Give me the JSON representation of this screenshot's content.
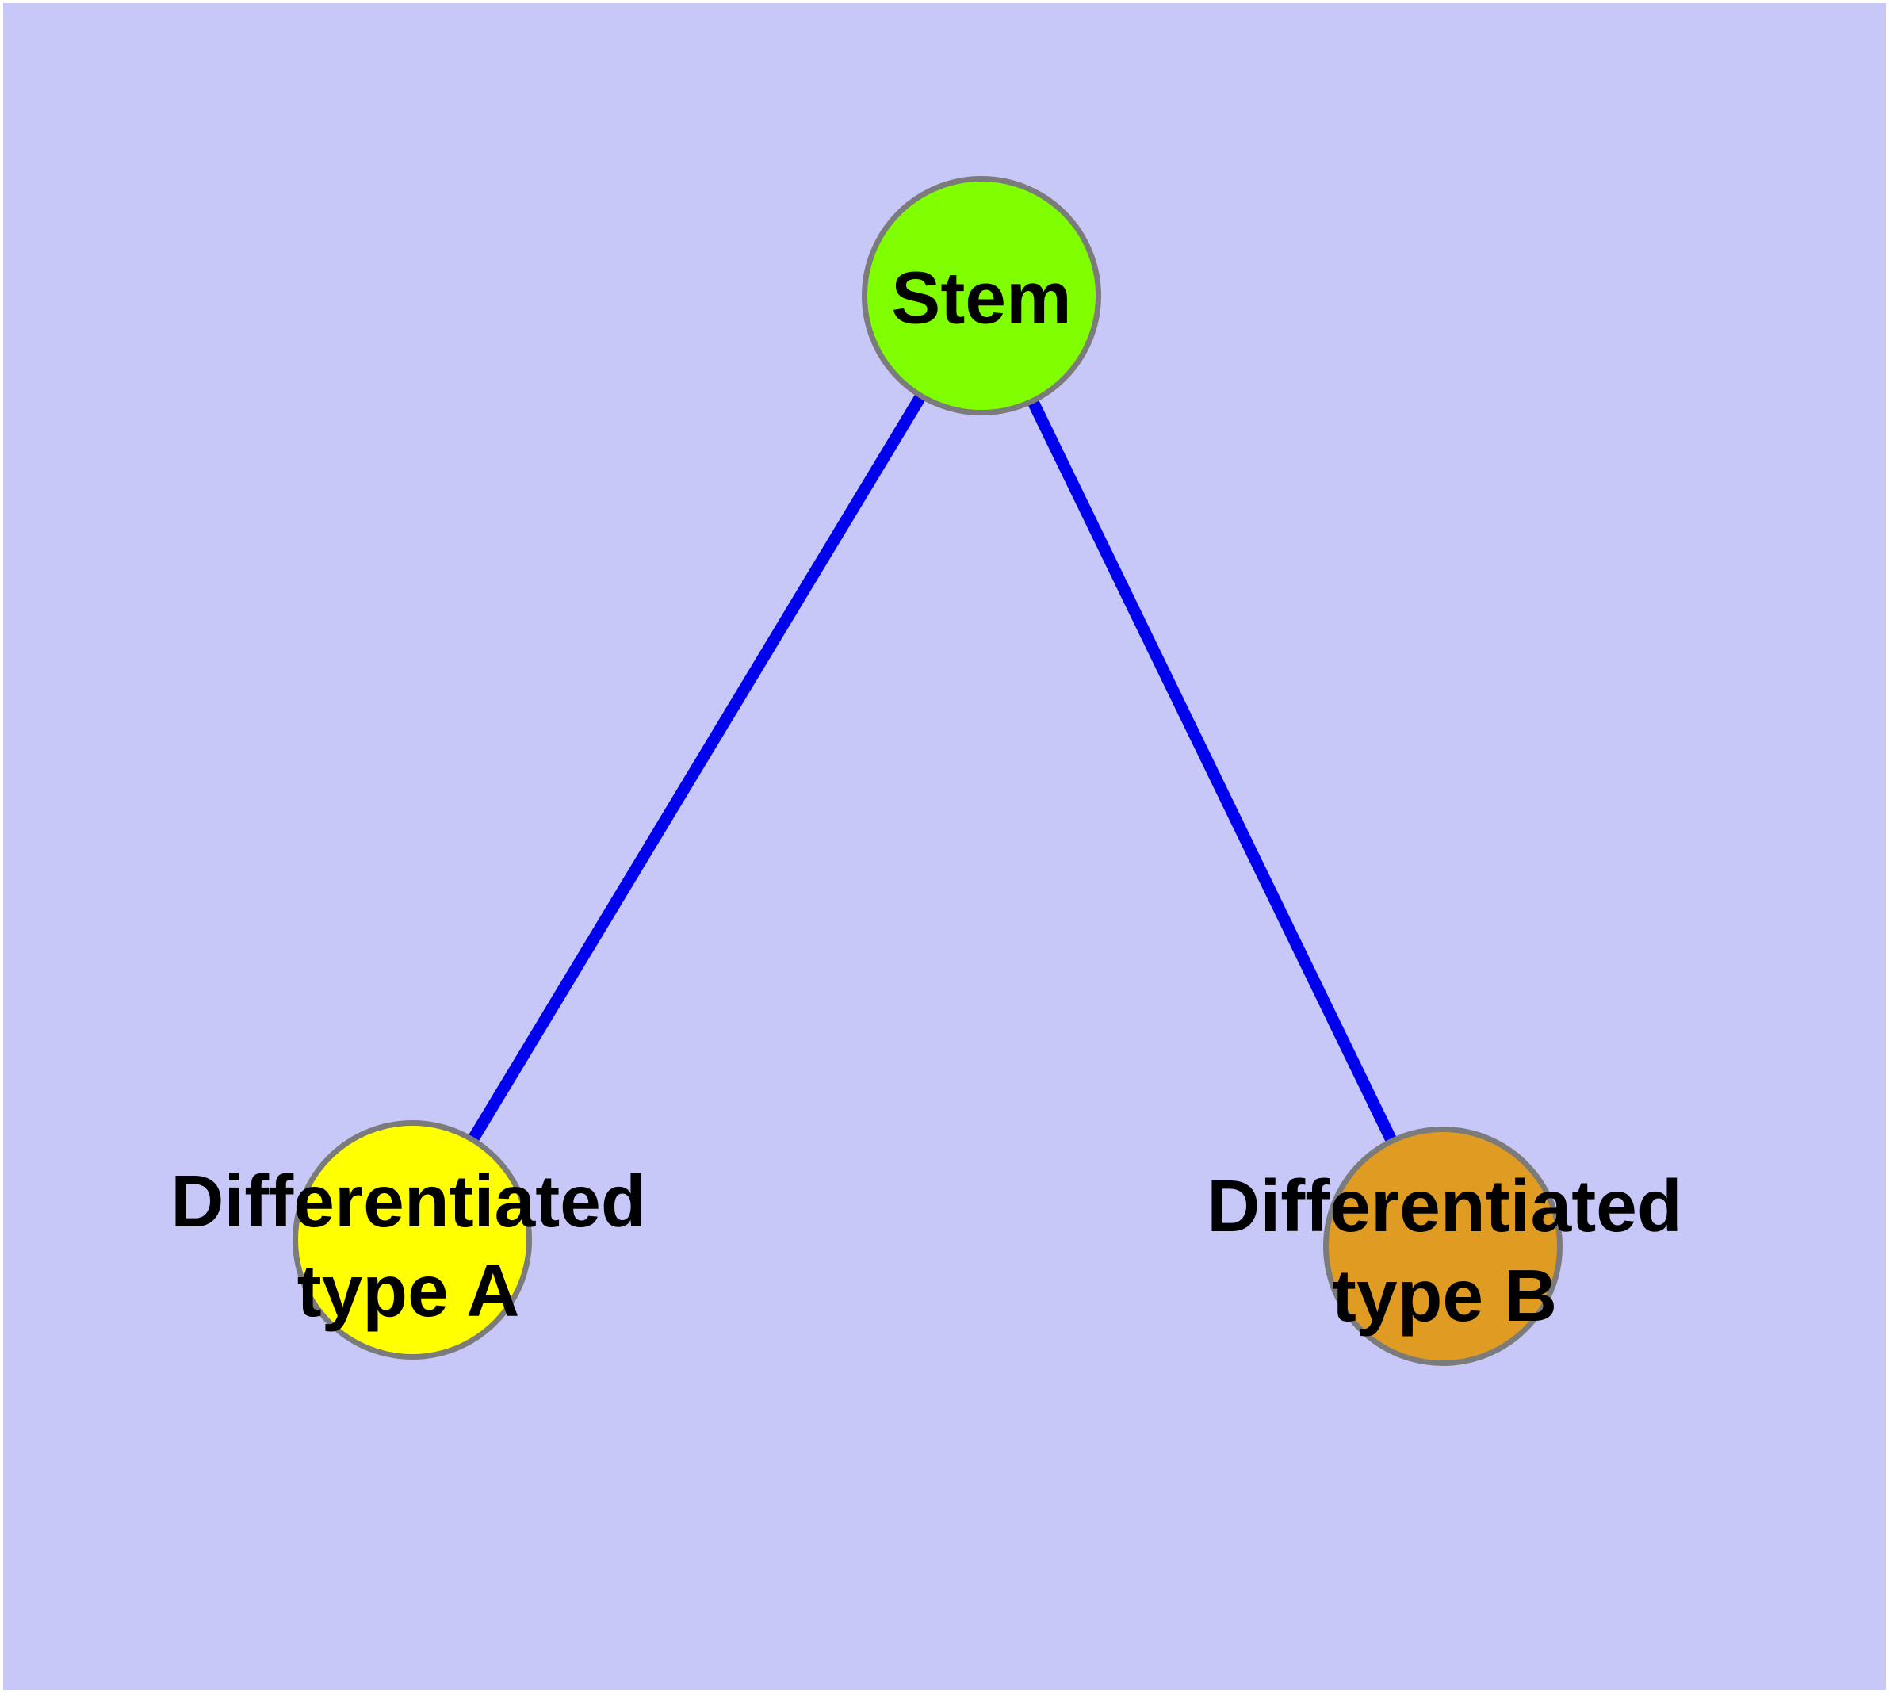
{
  "diagram": {
    "type": "node-link-graph",
    "background_color": "#C8C8F8",
    "frame_color": "#FFFFFF",
    "edge_color": "#0000EE",
    "node_border_color": "#7B7B7B",
    "nodes": [
      {
        "id": "stem",
        "label": "Stem",
        "fill": "#7FFF00"
      },
      {
        "id": "diff-a",
        "label_line1": "Differentiated",
        "label_line2": "type A",
        "fill": "#FFFF00"
      },
      {
        "id": "diff-b",
        "label_line1": "Differentiated",
        "label_line2": "type B",
        "fill": "#E09B22"
      }
    ],
    "edges": [
      {
        "from": "stem",
        "to": "diff-a"
      },
      {
        "from": "stem",
        "to": "diff-b"
      }
    ]
  }
}
